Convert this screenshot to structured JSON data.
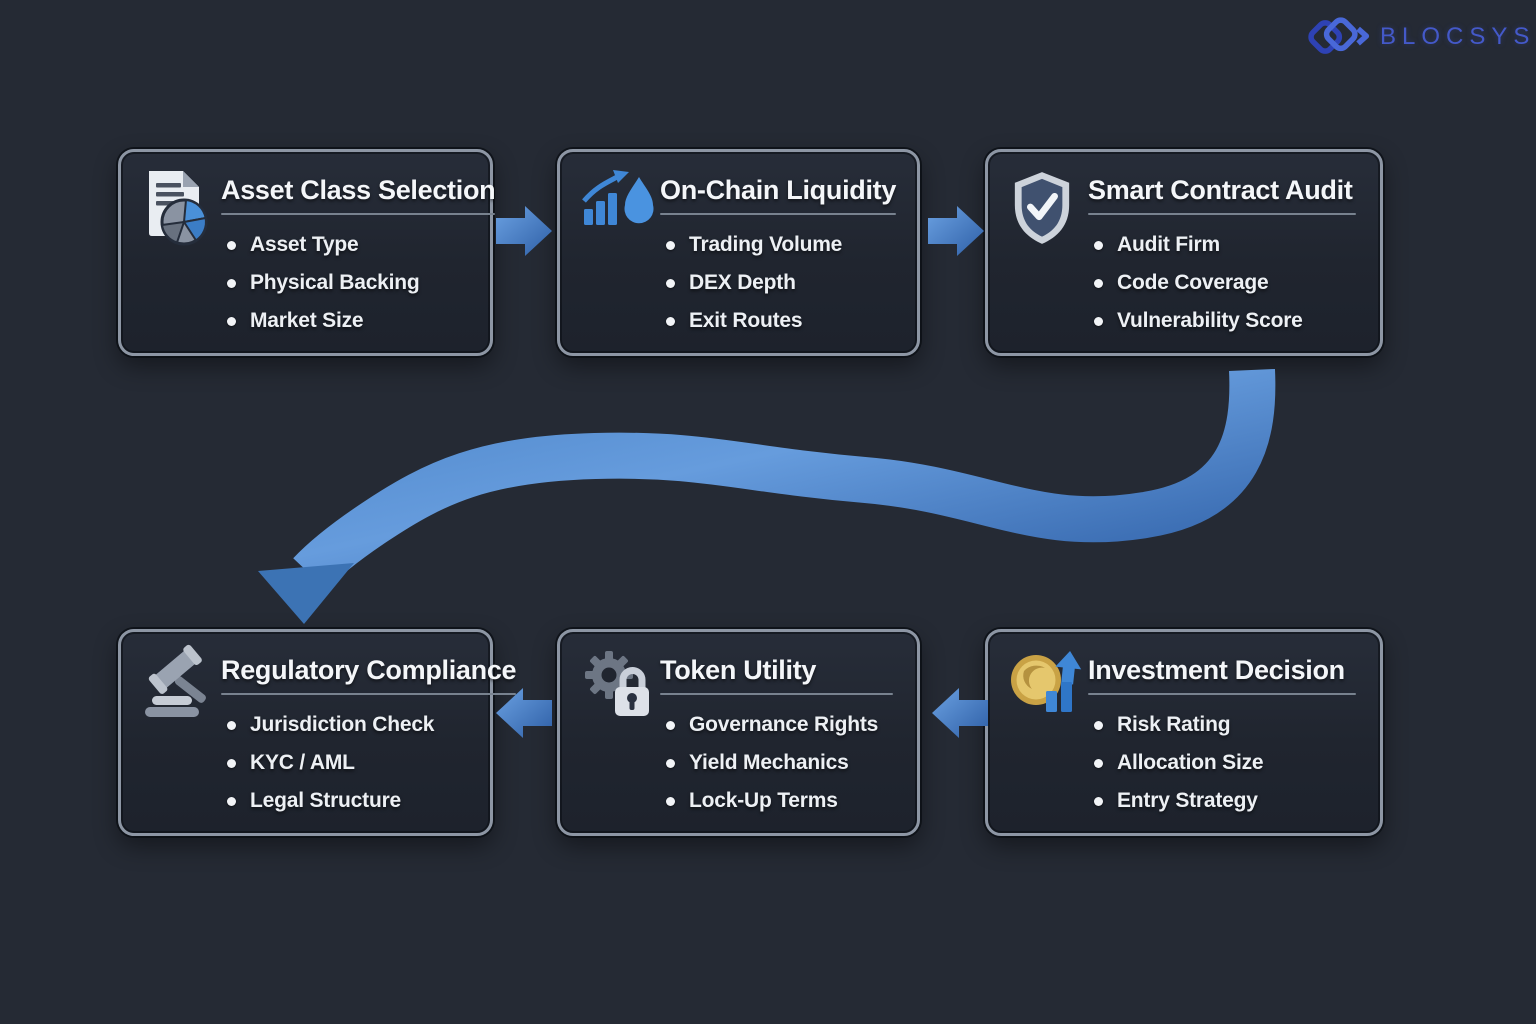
{
  "page": {
    "background": "#252a34"
  },
  "logo": {
    "text": "BLOCSYS",
    "color": "#4459c9",
    "icon": "blocsys-link-diamonds-icon"
  },
  "colors": {
    "box_border": "#8d96a4",
    "arrow_blue_light": "#6ba1e2",
    "arrow_blue_dark": "#2e5fa6",
    "accent_blue": "#3f87d6",
    "coin_gold": "#e5c76d",
    "text_white": "#f4f6f9"
  },
  "flow": {
    "top_row_arrow_direction": "right",
    "bottom_row_arrow_direction": "left",
    "wrap_arrow": "curved ribbon from below Smart Contract Audit down to Regulatory Compliance"
  },
  "boxes": [
    {
      "id": "asset-class-selection",
      "title": "Asset Class Selection",
      "icon": "document-pie-icon",
      "items": [
        "Asset Type",
        "Physical Backing",
        "Market Size"
      ]
    },
    {
      "id": "on-chain-liquidity",
      "title": "On-Chain Liquidity",
      "icon": "chart-droplet-icon",
      "items": [
        "Trading Volume",
        "DEX Depth",
        "Exit Routes"
      ]
    },
    {
      "id": "smart-contract-audit",
      "title": "Smart Contract Audit",
      "icon": "shield-check-icon",
      "items": [
        "Audit Firm",
        "Code Coverage",
        "Vulnerability Score"
      ]
    },
    {
      "id": "regulatory-compliance",
      "title": "Regulatory Compliance",
      "icon": "gavel-icon",
      "items": [
        "Jurisdiction Check",
        "KYC / AML",
        "Legal Structure"
      ]
    },
    {
      "id": "token-utility",
      "title": "Token Utility",
      "icon": "gear-lock-icon",
      "items": [
        "Governance Rights",
        "Yield Mechanics",
        "Lock-Up Terms"
      ]
    },
    {
      "id": "investment-decision",
      "title": "Investment Decision",
      "icon": "coin-chart-icon",
      "items": [
        "Risk Rating",
        "Allocation Size",
        "Entry Strategy"
      ]
    }
  ]
}
